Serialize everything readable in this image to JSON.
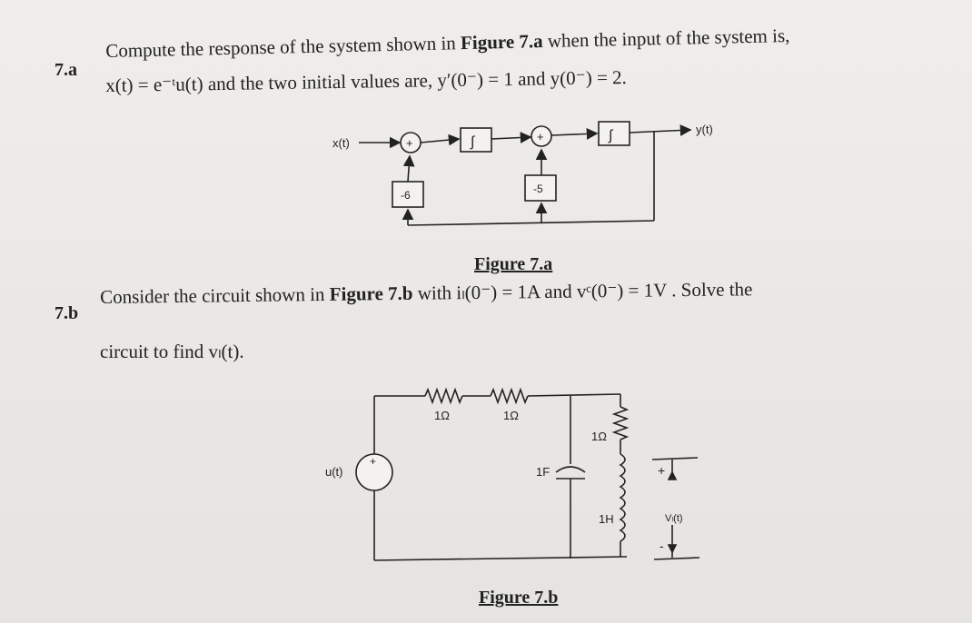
{
  "q7a": {
    "number": "7.a",
    "line1_a": "Compute the response of the system shown in ",
    "line1_fig": "Figure 7.a",
    "line1_b": " when the input of the system is,",
    "line2": "x(t) = e⁻ᵗu(t)  and the two initial values are,  y′(0⁻) = 1 and  y(0⁻) = 2."
  },
  "figure_a": {
    "caption": "Figure 7.a",
    "input_label": "x(t)",
    "output_label": "y(t)",
    "sum_symbol": "+",
    "integrator_symbol": "∫",
    "gain1": "-6",
    "gain2": "-5"
  },
  "q7b": {
    "number": "7.b",
    "line1_a": "Consider the circuit shown in ",
    "line1_fig": "Figure 7.b",
    "line1_b": " with  iₗ(0⁻) = 1A  and  vᶜ(0⁻) = 1V . Solve the",
    "line2": "circuit to find vₗ(t)."
  },
  "figure_b": {
    "caption": "Figure 7.b",
    "source_label": "u(t)",
    "source_sign": "+",
    "r1_label": "1Ω",
    "r2_label": "1Ω",
    "r3_label": "1Ω",
    "cap_label": "1F",
    "ind_label": "1H",
    "vl_label": "Vₗ(t)",
    "plus": "+",
    "minus": "-"
  }
}
